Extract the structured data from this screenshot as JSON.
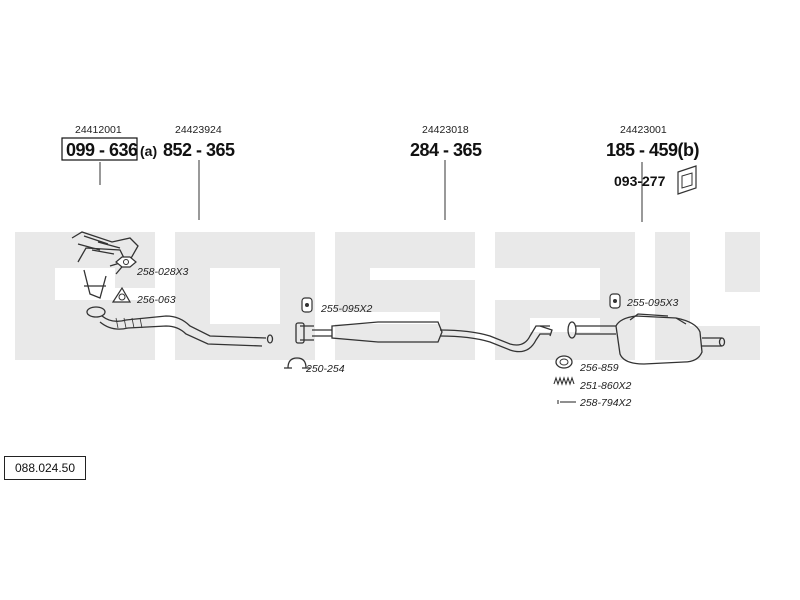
{
  "watermark": {
    "text": "bosal",
    "color": "#e9e9e9"
  },
  "reference_number": "088.024.50",
  "assemblies": [
    {
      "oem": "24412001",
      "part_number": "099 - 636",
      "suffix": "(a)"
    },
    {
      "oem": "24423924",
      "part_number": "852 - 365"
    },
    {
      "oem": "24423018",
      "part_number": "284 - 365"
    },
    {
      "oem": "24423001",
      "part_number": "185 - 459(b)"
    }
  ],
  "heat_shield": {
    "part_number": "093-277"
  },
  "hardware": [
    {
      "label": "258-028X3",
      "icon": "hex-nut-icon"
    },
    {
      "label": "256-063",
      "icon": "gasket-ring-icon"
    },
    {
      "label": "255-095X2",
      "icon": "rubber-hanger-icon"
    },
    {
      "label": "250-254",
      "icon": "pipe-clamp-icon"
    },
    {
      "label": "255-095X3",
      "icon": "rubber-hanger-icon"
    },
    {
      "label": "256-859",
      "icon": "flange-gasket-icon"
    },
    {
      "label": "251-860X2",
      "icon": "spring-icon"
    },
    {
      "label": "258-794X2",
      "icon": "bolt-icon"
    }
  ]
}
